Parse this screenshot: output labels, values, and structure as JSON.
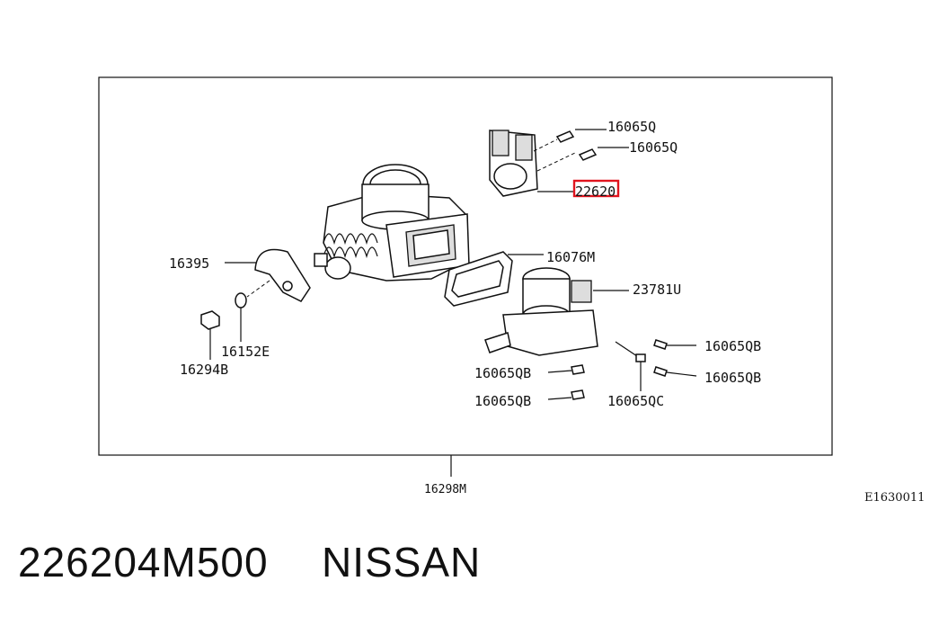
{
  "diagram": {
    "callouts": {
      "c16065Q_a": "16065Q",
      "c16065Q_b": "16065Q",
      "c22620": "22620",
      "c16395": "16395",
      "c16076M": "16076M",
      "c23781U": "23781U",
      "c16152E": "16152E",
      "c16294B": "16294B",
      "c16065QB_r1": "16065QB",
      "c16065QB_r2": "16065QB",
      "c16065QB_l1": "16065QB",
      "c16065QB_l2": "16065QB",
      "c16065QC": "16065QC",
      "c16298M": "16298M"
    },
    "reference_code": "E1630011",
    "highlight_color": "#e0141e"
  },
  "caption": {
    "part_number": "226204M500",
    "brand": "NISSAN"
  }
}
